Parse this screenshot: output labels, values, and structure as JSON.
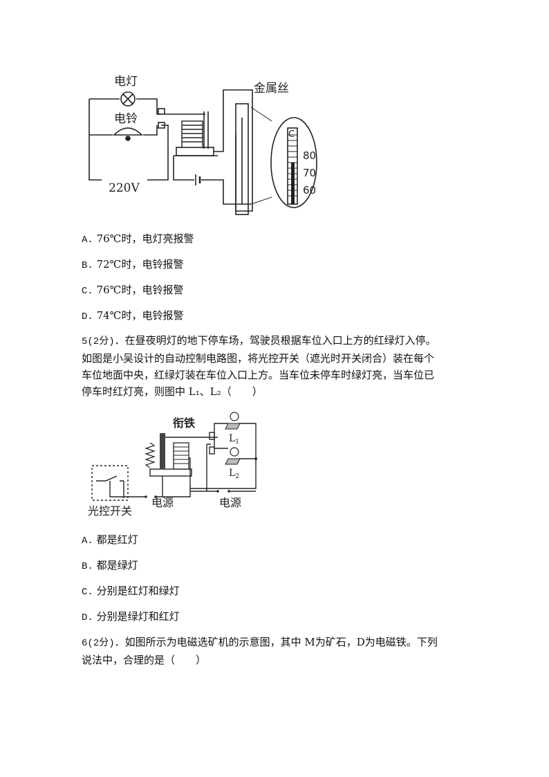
{
  "fig1": {
    "lamp_label": "电灯",
    "bell_label": "电铃",
    "voltage_label": "220V",
    "wire_label": "金属丝",
    "thermo_unit": "C",
    "thermo_ticks": [
      "80",
      "70",
      "60"
    ]
  },
  "q4_options": [
    {
      "letter": "A.",
      "text": "76℃时，电灯亮报警"
    },
    {
      "letter": "B.",
      "text": "72℃时，电铃报警"
    },
    {
      "letter": "C.",
      "text": "76℃时，电铃报警"
    },
    {
      "letter": "D.",
      "text": "74℃时，电铃报警"
    }
  ],
  "q5": {
    "number": "5(2分)",
    "line1": "．在昼夜明灯的地下停车场，驾驶员根据车位入口上方的红绿灯入停。",
    "line2": "如图是小吴设计的自动控制电路图，将光控开关（遮光时开关闭合）装在每个",
    "line3": "车位地面中央，红绿灯装在车位入口上方。当车位未停车时绿灯亮，当车位已",
    "line4": "停车时红灯亮，则图中 L₁、L₂（　　）"
  },
  "fig2": {
    "armature_label": "衔铁",
    "l1_label": "L",
    "l1_sub": "1",
    "l2_label": "L",
    "l2_sub": "2",
    "power1_label": "电源",
    "power2_label": "电源",
    "switch_label": "光控开关"
  },
  "q5_options": [
    {
      "letter": "A.",
      "text": "都是红灯"
    },
    {
      "letter": "B.",
      "text": "都是绿灯"
    },
    {
      "letter": "C.",
      "text": "分别是红灯和绿灯"
    },
    {
      "letter": "D.",
      "text": "分别是绿灯和红灯"
    }
  ],
  "q6": {
    "number": "6(2分)",
    "line1": "．如图所示为电磁选矿机的示意图，其中 M为矿石，D为电磁铁。下列",
    "line2": "说法中，合理的是（　　）"
  }
}
